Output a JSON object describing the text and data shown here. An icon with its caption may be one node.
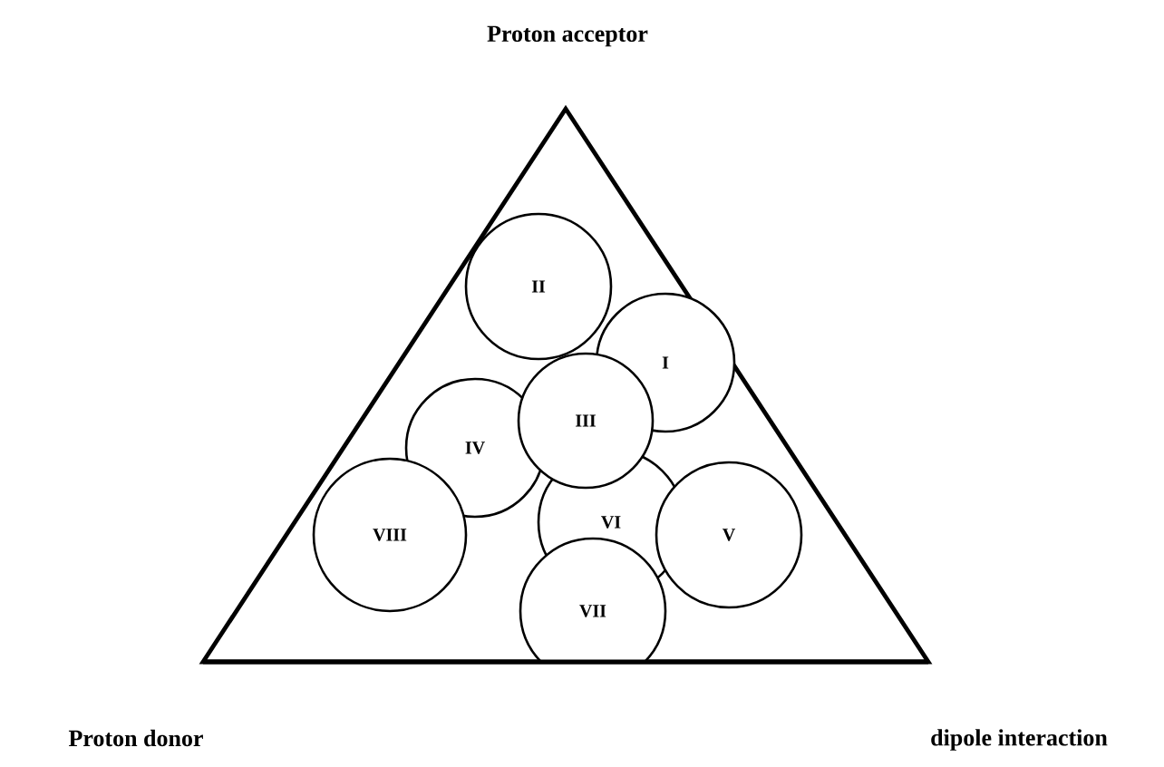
{
  "diagram": {
    "nodes": [
      {
        "text": [],
        "shape": "triangle"
      },
      {
        "text": [
          "II"
        ],
        "in": 0
      },
      {
        "text": [
          "I"
        ],
        "in": 0
      },
      {
        "text": [
          "III"
        ],
        "in": 0
      },
      {
        "text": [
          "IV"
        ],
        "in": 0
      },
      {
        "text": [
          "VIII"
        ],
        "in": 0
      },
      {
        "text": [
          "VI"
        ],
        "in": 0
      },
      {
        "text": [
          "V"
        ],
        "in": 0
      },
      {
        "text": [
          "VII"
        ]
      }
    ],
    "labels": [
      "Proton acceptor",
      "Proton donor",
      "dipole interaction"
    ]
  }
}
